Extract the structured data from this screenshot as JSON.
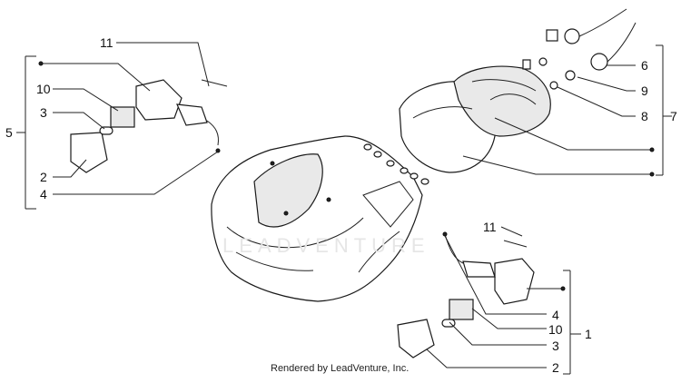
{
  "callouts": {
    "left_5": "5",
    "left_11": "11",
    "left_10": "10",
    "left_3": "3",
    "left_2": "2",
    "left_4": "4",
    "right_6": "6",
    "right_9": "9",
    "right_8": "8",
    "right_7": "7",
    "lower_11": "11",
    "lower_4": "4",
    "lower_10": "10",
    "lower_1": "1",
    "lower_3": "3",
    "lower_2": "2"
  },
  "watermark": "LEADVENTURE",
  "footer": "Rendered by LeadVenture, Inc."
}
